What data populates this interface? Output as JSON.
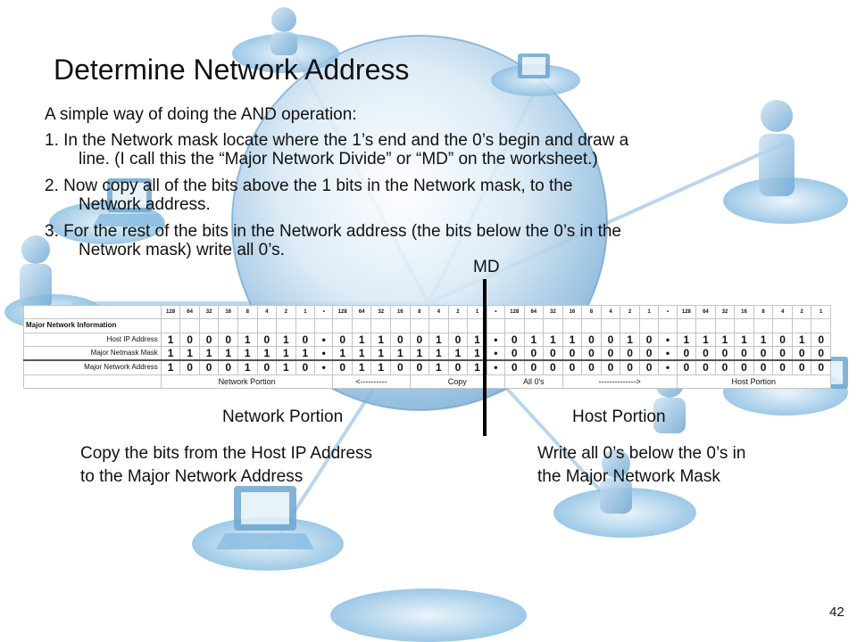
{
  "slide": {
    "title": "Determine Network Address",
    "intro": "A simple way of doing the AND operation:",
    "steps": [
      {
        "line1": "1.  In the Network mask locate where the 1’s end and the 0’s begin and draw a",
        "line2": "line.  (I call this the “Major Network Divide” or “MD” on the worksheet.)"
      },
      {
        "line1": "2.  Now copy all of the bits above the 1 bits in the Network mask, to the",
        "line2": "Network address."
      },
      {
        "line1": "3.  For the rest of the bits in the Network address (the bits below the 0’s in the",
        "line2": "Network mask)  write all 0’s."
      }
    ],
    "md_label": "MD",
    "network_portion_label": "Network Portion",
    "host_portion_label": "Host Portion",
    "left_desc": {
      "line1": "Copy the bits from the Host IP Address",
      "line2": "to the Major Network Address"
    },
    "right_desc": {
      "line1": "Write all 0’s below the 0’s in",
      "line2": "the Major Network Mask"
    },
    "page_number": "42"
  },
  "worksheet": {
    "header": "Major Network Information",
    "place_values": [
      "128",
      "64",
      "32",
      "16",
      "8",
      "4",
      "2",
      "1"
    ],
    "octet_separator": "•",
    "rows": [
      {
        "label": "Host IP Address",
        "bits": [
          "10001010",
          "01100101",
          "01110010",
          "11111010"
        ]
      },
      {
        "label": "Major Netmask Mask",
        "bits": [
          "11111111",
          "11111111",
          "00000000",
          "00000000"
        ]
      },
      {
        "label": "Major Network Address",
        "bits": [
          "10001010",
          "01100101",
          "00000000",
          "00000000"
        ]
      }
    ],
    "footer": {
      "network_portion": "Network Portion",
      "arrow_left": "<----------",
      "copy": "Copy",
      "all_zeros": "All 0's",
      "arrow_right": "-------------->",
      "host_portion": "Host Portion"
    }
  },
  "colors": {
    "globe": "#7fb3d8",
    "figures": "#a9cce8",
    "worksheet_border": "#9a9a9a"
  }
}
